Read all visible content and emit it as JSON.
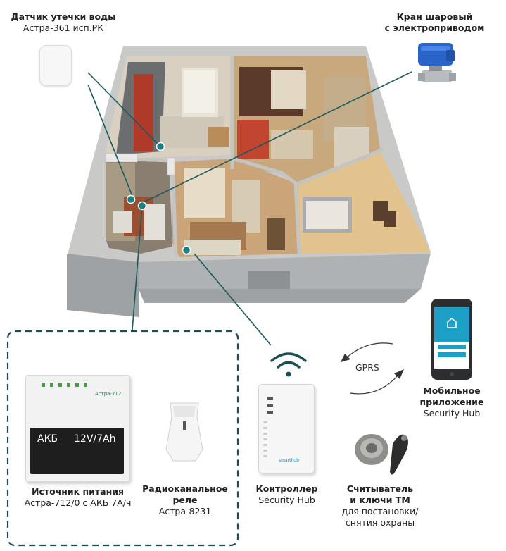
{
  "labels": {
    "leak_sensor": {
      "title": "Датчик утечки воды",
      "model": "Астра-361 исп.РК"
    },
    "valve": {
      "title_line1": "Кран шаровый",
      "title_line2": "с электроприводом"
    },
    "mobile": {
      "title_line1": "Мобильное",
      "title_line2": "приложение",
      "model": "Security Hub"
    },
    "gprs": "GPRS",
    "power": {
      "title": "Источник питания",
      "model": "Астра-712/0 с АКБ 7А/ч"
    },
    "relay": {
      "title_line1": "Радиоканальное",
      "title_line2": "реле",
      "model": "Астра-8231"
    },
    "controller": {
      "title": "Контроллер",
      "model": "Security Hub"
    },
    "reader": {
      "title_line1": "Считыватель",
      "title_line2": "и ключи ТМ",
      "desc_line1": "для постановки/",
      "desc_line2": "снятия охраны"
    }
  },
  "device_text": {
    "battery_label": "АКБ",
    "battery_spec": "12V/7Ah",
    "psu_brand": "Астра-712",
    "hub_logo": "smarthub"
  },
  "colors": {
    "accent": "#1a5a5a",
    "teal_dot": "#1c8080",
    "house_wall": "#b7b9ba",
    "floor": "#d8c6a6"
  }
}
